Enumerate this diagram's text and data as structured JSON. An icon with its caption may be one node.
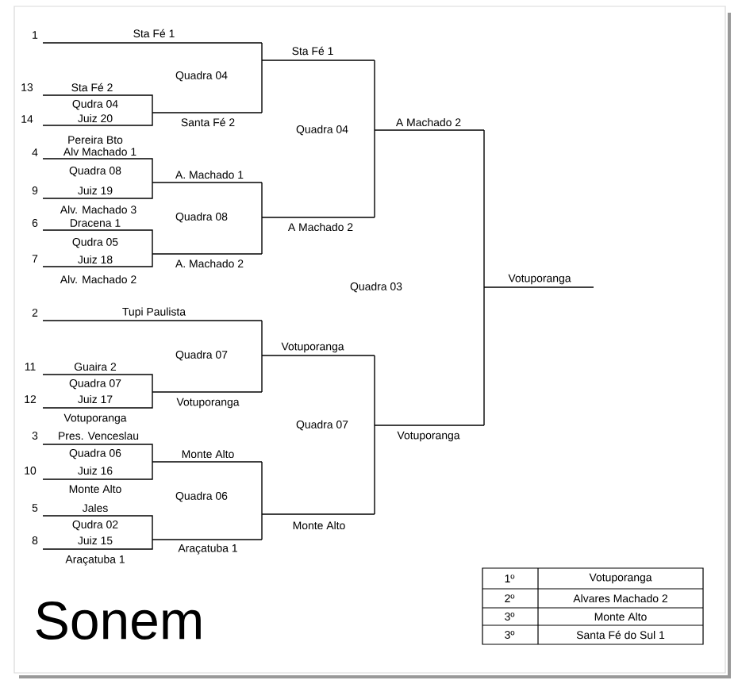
{
  "diagram": {
    "title": "Sonem",
    "labels": [
      "1",
      "Sta Fé 1",
      "Quadra 04",
      "Sta Fé 1",
      "13",
      "Sta Fé 2",
      "Qudra 04",
      "14",
      "Juiz 20",
      "Santa Fé 2",
      "Quadra 04",
      "A Machado 2",
      "Pereira Bto",
      "4",
      "Alv Machado 1",
      "Quadra 08",
      "A. Machado 1",
      "9",
      "Juiz 19",
      "Alv. Machado 3",
      "Quadra 08",
      "6",
      "Dracena 1",
      "A Machado 2",
      "Qudra 05",
      "7",
      "Juiz 18",
      "A. Machado 2",
      "Alv. Machado 2",
      "Votuporanga",
      "Quadra 03",
      "2",
      "Tupi Paulista",
      "Votuporanga",
      "Quadra 07",
      "11",
      "Guaira 2",
      "Quadra 07",
      "12",
      "Juiz 17",
      "Votuporanga",
      "Votuporanga",
      "Quadra 07",
      "3",
      "Pres. Venceslau",
      "Votuporanga",
      "Quadra 06",
      "Monte Alto",
      "10",
      "Juiz 16",
      "Monte Alto",
      "Quadra 06",
      "5",
      "Jales",
      "Monte Alto",
      "Qudra 02",
      "8",
      "Juiz 15",
      "Araçatuba 1",
      "Araçatuba 1",
      "1º",
      "Votuporanga",
      "2º",
      "Alvares Machado 2",
      "3º",
      "Monte Alto",
      "3º",
      "Santa Fé do Sul 1"
    ]
  }
}
